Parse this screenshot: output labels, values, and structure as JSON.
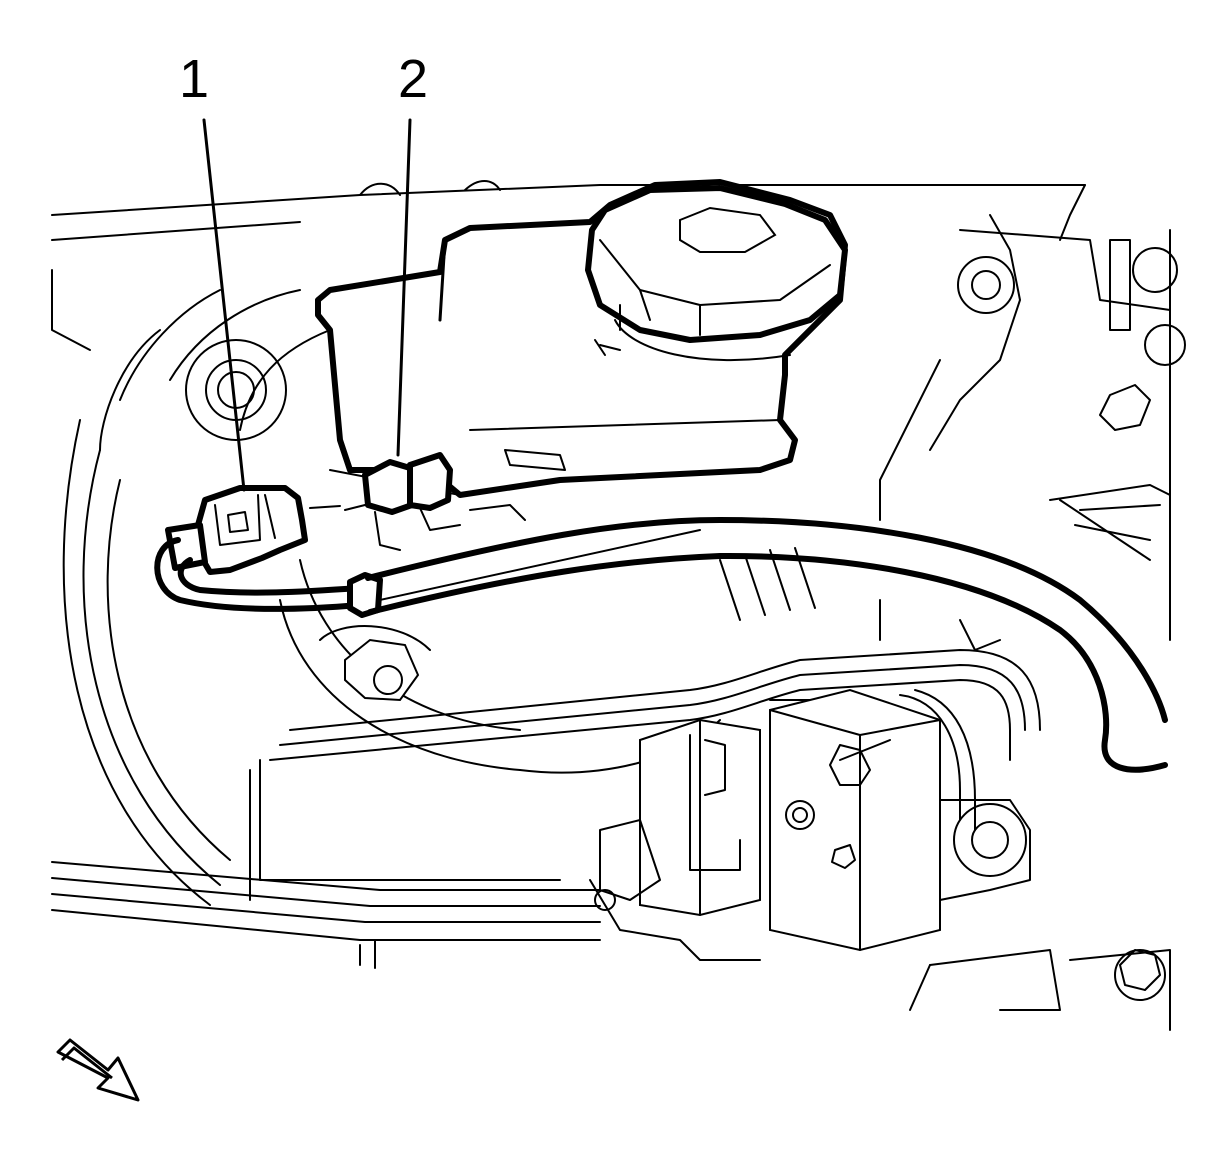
{
  "callouts": [
    {
      "label": "1",
      "name": "brake-fluid-level-sensor-connector"
    },
    {
      "label": "2",
      "name": "brake-fluid-level-sensor"
    }
  ],
  "icons": {
    "view_direction": "view-direction-arrow-icon"
  },
  "colors": {
    "line": "#000000",
    "background": "#ffffff"
  }
}
